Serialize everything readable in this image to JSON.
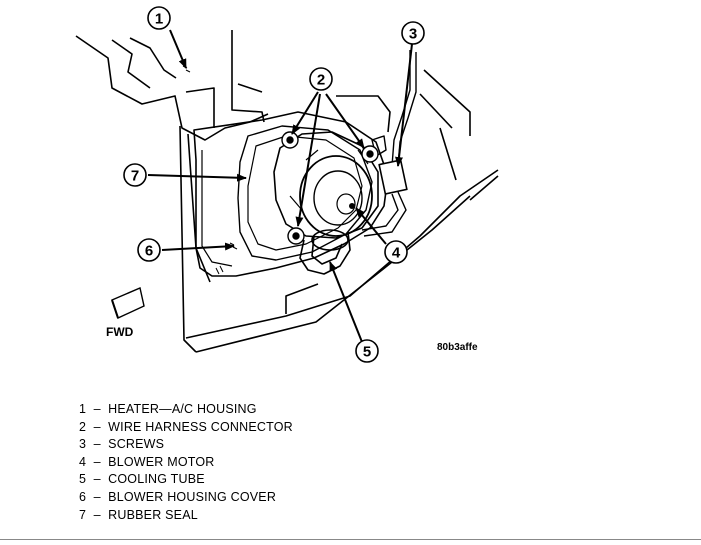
{
  "callouts": [
    {
      "number": "1"
    },
    {
      "number": "2"
    },
    {
      "number": "3"
    },
    {
      "number": "4"
    },
    {
      "number": "5"
    },
    {
      "number": "6"
    },
    {
      "number": "7"
    }
  ],
  "fwd_label": "FWD",
  "figure_code": "80b3affe",
  "legend": [
    {
      "number": "1",
      "separator": "–",
      "text": "HEATER—A/C HOUSING"
    },
    {
      "number": "2",
      "separator": "–",
      "text": "WIRE HARNESS CONNECTOR"
    },
    {
      "number": "3",
      "separator": "–",
      "text": "SCREWS"
    },
    {
      "number": "4",
      "separator": "–",
      "text": "BLOWER MOTOR"
    },
    {
      "number": "5",
      "separator": "–",
      "text": "COOLING TUBE"
    },
    {
      "number": "6",
      "separator": "–",
      "text": "BLOWER HOUSING COVER"
    },
    {
      "number": "7",
      "separator": "–",
      "text": "RUBBER SEAL"
    }
  ]
}
